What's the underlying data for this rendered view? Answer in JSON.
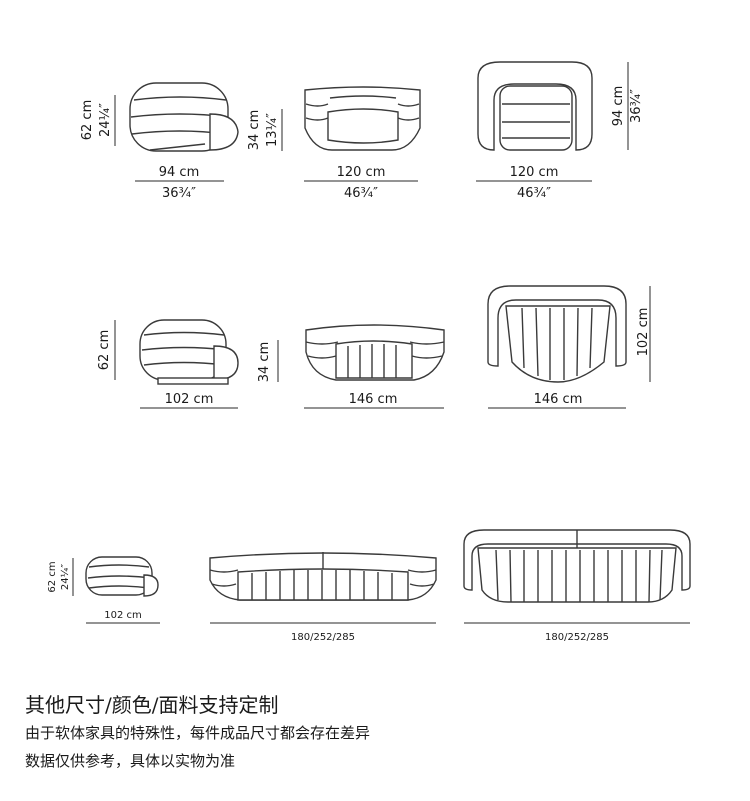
{
  "rows": [
    {
      "height_dims": [
        "62 cm",
        "24¼″"
      ],
      "side_height_dims": [
        "34 cm",
        "13¼″"
      ],
      "depth_dims": [
        "94 cm",
        "36¾″"
      ],
      "widths": [
        {
          "cm": "94 cm",
          "in": "36¾″"
        },
        {
          "cm": "120 cm",
          "in": "46¾″"
        },
        {
          "cm": "120 cm",
          "in": "46¾″"
        }
      ]
    },
    {
      "height_dims": [
        "62 cm"
      ],
      "side_height_dims": [
        "34 cm"
      ],
      "depth_dims": [
        "102 cm"
      ],
      "widths": [
        {
          "cm": "102 cm"
        },
        {
          "cm": "146 cm"
        },
        {
          "cm": "146 cm"
        }
      ]
    },
    {
      "height_dims": [
        "62 cm",
        "24¼″"
      ],
      "widths": [
        {
          "cm": "102 cm"
        },
        {
          "cm": "180/252/285"
        },
        {
          "cm": "180/252/285"
        }
      ]
    }
  ],
  "notes": {
    "title": "其他尺寸/颜色/面料支持定制",
    "line1": "由于软体家具的特殊性，每件成品尺寸都会存在差异",
    "line2": "数据仅供参考，具体以实物为准"
  }
}
